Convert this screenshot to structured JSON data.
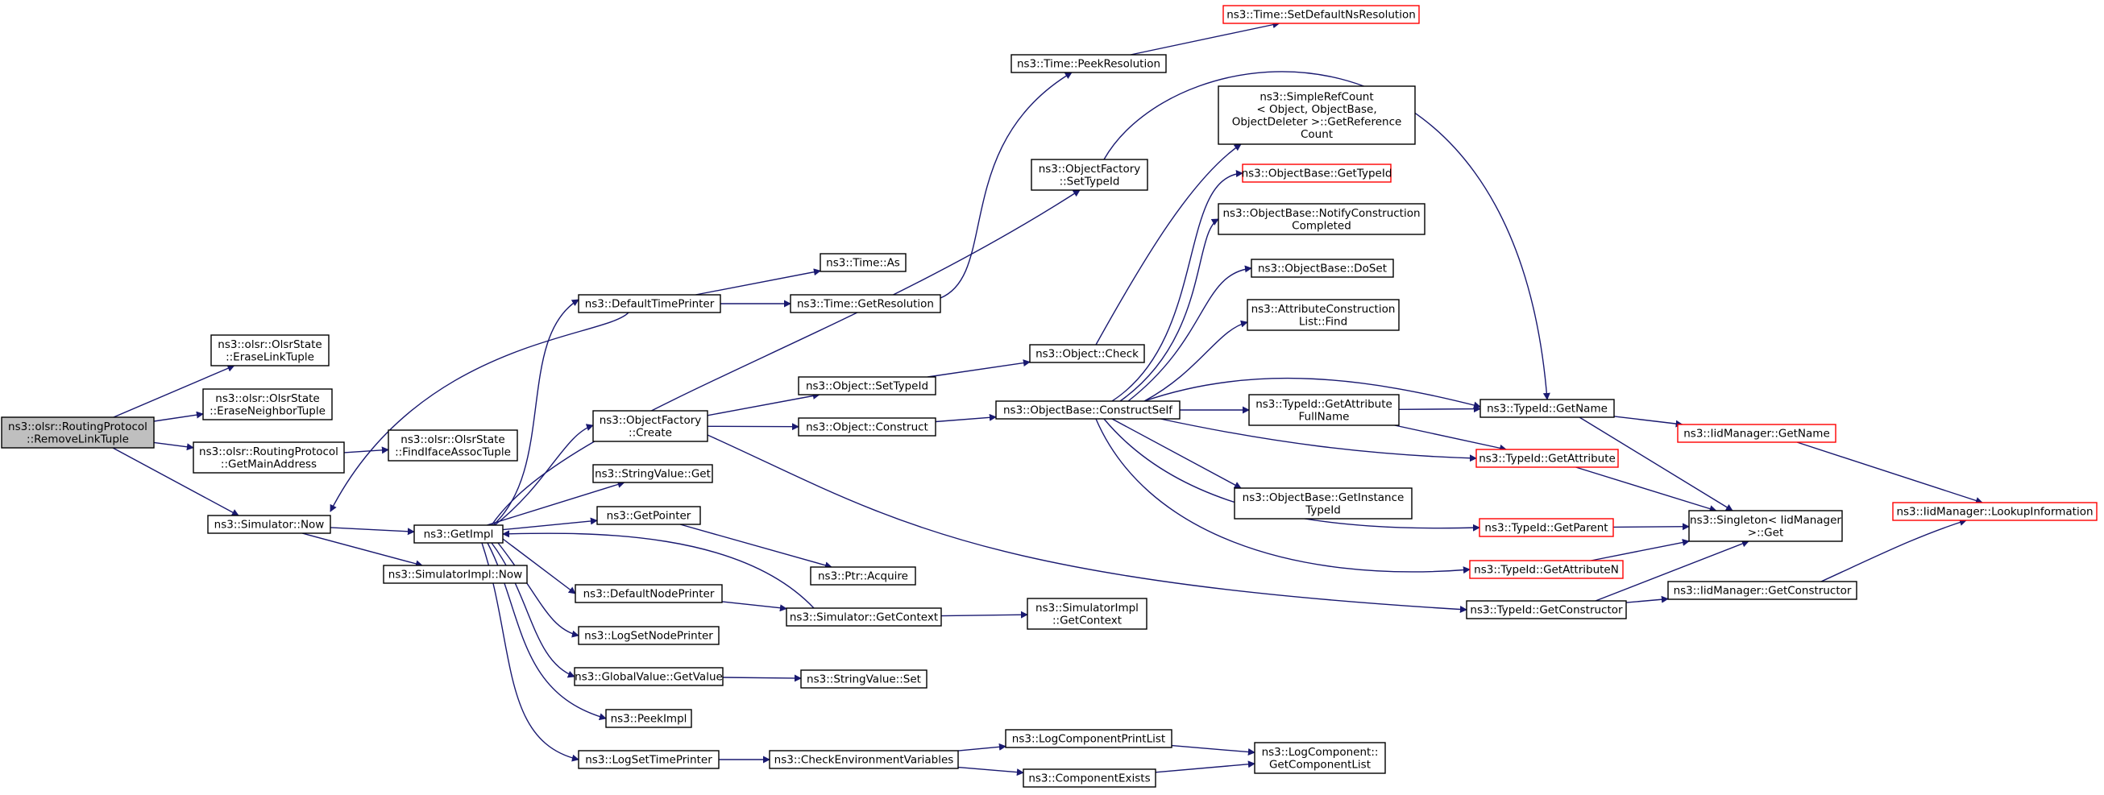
{
  "graph": {
    "nodes": {
      "root": {
        "lines": [
          "ns3::olsr::RoutingProtocol",
          "::RemoveLinkTuple"
        ],
        "root": true
      },
      "eraseLink": {
        "lines": [
          "ns3::olsr::OlsrState",
          "::EraseLinkTuple"
        ]
      },
      "eraseNeighbor": {
        "lines": [
          "ns3::olsr::OlsrState",
          "::EraseNeighborTuple"
        ]
      },
      "getMainAddress": {
        "lines": [
          "ns3::olsr::RoutingProtocol",
          "::GetMainAddress"
        ]
      },
      "findIface": {
        "lines": [
          "ns3::olsr::OlsrState",
          "::FindIfaceAssocTuple"
        ]
      },
      "simNow": {
        "lines": [
          "ns3::Simulator::Now"
        ]
      },
      "getImpl": {
        "lines": [
          "ns3::GetImpl"
        ]
      },
      "simImplNow": {
        "lines": [
          "ns3::SimulatorImpl::Now"
        ]
      },
      "defaultTimePrinter": {
        "lines": [
          "ns3::DefaultTimePrinter"
        ]
      },
      "objFactoryCreate": {
        "lines": [
          "ns3::ObjectFactory",
          "::Create"
        ]
      },
      "stringValueGet": {
        "lines": [
          "ns3::StringValue::Get"
        ]
      },
      "getPointer": {
        "lines": [
          "ns3::GetPointer"
        ]
      },
      "defaultNodePrinter": {
        "lines": [
          "ns3::DefaultNodePrinter"
        ]
      },
      "logSetNodePrinter": {
        "lines": [
          "ns3::LogSetNodePrinter"
        ]
      },
      "globalValueGetValue": {
        "lines": [
          "ns3::GlobalValue::GetValue"
        ]
      },
      "peekImpl": {
        "lines": [
          "ns3::PeekImpl"
        ]
      },
      "logSetTimePrinter": {
        "lines": [
          "ns3::LogSetTimePrinter"
        ]
      },
      "timeAs": {
        "lines": [
          "ns3::Time::As"
        ]
      },
      "timeGetResolution": {
        "lines": [
          "ns3::Time::GetResolution"
        ]
      },
      "timePeekResolution": {
        "lines": [
          "ns3::Time::PeekResolution"
        ]
      },
      "timeSetDefaultNs": {
        "lines": [
          "ns3::Time::SetDefaultNsResolution"
        ],
        "red": true
      },
      "objSetTypeId": {
        "lines": [
          "ns3::Object::SetTypeId"
        ]
      },
      "objConstruct": {
        "lines": [
          "ns3::Object::Construct"
        ]
      },
      "objCheck": {
        "lines": [
          "ns3::Object::Check"
        ]
      },
      "objFactorySetTypeId": {
        "lines": [
          "ns3::ObjectFactory",
          "::SetTypeId"
        ]
      },
      "ptrAcquire": {
        "lines": [
          "ns3::Ptr::Acquire"
        ]
      },
      "simGetContext": {
        "lines": [
          "ns3::Simulator::GetContext"
        ]
      },
      "simImplGetContext": {
        "lines": [
          "ns3::SimulatorImpl",
          "::GetContext"
        ]
      },
      "stringValueSet": {
        "lines": [
          "ns3::StringValue::Set"
        ]
      },
      "checkEnvVars": {
        "lines": [
          "ns3::CheckEnvironmentVariables"
        ]
      },
      "logCompPrintList": {
        "lines": [
          "ns3::LogComponentPrintList"
        ]
      },
      "componentExists": {
        "lines": [
          "ns3::ComponentExists"
        ]
      },
      "logCompGetList": {
        "lines": [
          "ns3::LogComponent::",
          "GetComponentList"
        ]
      },
      "constructSelf": {
        "lines": [
          "ns3::ObjectBase::ConstructSelf"
        ]
      },
      "simpleRefCount": {
        "lines": [
          "ns3::SimpleRefCount",
          "< Object, ObjectBase,",
          " ObjectDeleter >::GetReference",
          "Count"
        ]
      },
      "objBaseGetTypeId": {
        "lines": [
          "ns3::ObjectBase::GetTypeId"
        ],
        "red": true
      },
      "notifyConstruction": {
        "lines": [
          "ns3::ObjectBase::NotifyConstruction",
          "Completed"
        ]
      },
      "doSet": {
        "lines": [
          "ns3::ObjectBase::DoSet"
        ]
      },
      "attrConstructionFind": {
        "lines": [
          "ns3::AttributeConstruction",
          "List::Find"
        ]
      },
      "getAttributeFullName": {
        "lines": [
          "ns3::TypeId::GetAttribute",
          "FullName"
        ]
      },
      "getInstanceTypeId": {
        "lines": [
          "ns3::ObjectBase::GetInstance",
          "TypeId"
        ]
      },
      "typeIdGetName": {
        "lines": [
          "ns3::TypeId::GetName"
        ]
      },
      "typeIdGetAttribute": {
        "lines": [
          "ns3::TypeId::GetAttribute"
        ],
        "red": true
      },
      "typeIdGetParent": {
        "lines": [
          "ns3::TypeId::GetParent"
        ],
        "red": true
      },
      "typeIdGetAttributeN": {
        "lines": [
          "ns3::TypeId::GetAttributeN"
        ],
        "red": true
      },
      "typeIdGetConstructor": {
        "lines": [
          "ns3::TypeId::GetConstructor"
        ]
      },
      "iidGetName": {
        "lines": [
          "ns3::IidManager::GetName"
        ],
        "red": true
      },
      "singletonGet": {
        "lines": [
          "ns3::Singleton< IidManager",
          " >::Get"
        ]
      },
      "iidGetConstructor": {
        "lines": [
          "ns3::IidManager::GetConstructor"
        ]
      },
      "iidLookup": {
        "lines": [
          "ns3::IidManager::LookupInformation"
        ],
        "red": true
      }
    },
    "edges": [
      [
        "root",
        "eraseLink"
      ],
      [
        "root",
        "eraseNeighbor"
      ],
      [
        "root",
        "getMainAddress"
      ],
      [
        "root",
        "simNow"
      ],
      [
        "getMainAddress",
        "findIface"
      ],
      [
        "simNow",
        "getImpl"
      ],
      [
        "simNow",
        "simImplNow"
      ],
      [
        "getImpl",
        "defaultTimePrinter"
      ],
      [
        "getImpl",
        "objFactoryCreate"
      ],
      [
        "getImpl",
        "stringValueGet"
      ],
      [
        "getImpl",
        "getPointer"
      ],
      [
        "getImpl",
        "defaultNodePrinter"
      ],
      [
        "getImpl",
        "logSetNodePrinter"
      ],
      [
        "getImpl",
        "globalValueGetValue"
      ],
      [
        "getImpl",
        "peekImpl"
      ],
      [
        "getImpl",
        "logSetTimePrinter"
      ],
      [
        "getImpl",
        "objFactorySetTypeId"
      ],
      [
        "defaultTimePrinter",
        "timeAs"
      ],
      [
        "defaultTimePrinter",
        "timeGetResolution"
      ],
      [
        "defaultTimePrinter",
        "simNow"
      ],
      [
        "timeGetResolution",
        "timePeekResolution"
      ],
      [
        "timePeekResolution",
        "timeSetDefaultNs"
      ],
      [
        "objFactoryCreate",
        "objSetTypeId"
      ],
      [
        "objFactoryCreate",
        "objConstruct"
      ],
      [
        "objFactoryCreate",
        "typeIdGetConstructor"
      ],
      [
        "objSetTypeId",
        "objCheck"
      ],
      [
        "objConstruct",
        "constructSelf"
      ],
      [
        "objCheck",
        "simpleRefCount"
      ],
      [
        "objFactorySetTypeId",
        "typeIdGetName"
      ],
      [
        "getPointer",
        "ptrAcquire"
      ],
      [
        "defaultNodePrinter",
        "simGetContext"
      ],
      [
        "simGetContext",
        "getImpl"
      ],
      [
        "simGetContext",
        "simImplGetContext"
      ],
      [
        "globalValueGetValue",
        "stringValueSet"
      ],
      [
        "logSetTimePrinter",
        "checkEnvVars"
      ],
      [
        "checkEnvVars",
        "logCompPrintList"
      ],
      [
        "checkEnvVars",
        "componentExists"
      ],
      [
        "logCompPrintList",
        "logCompGetList"
      ],
      [
        "componentExists",
        "logCompGetList"
      ],
      [
        "constructSelf",
        "objBaseGetTypeId"
      ],
      [
        "constructSelf",
        "notifyConstruction"
      ],
      [
        "constructSelf",
        "doSet"
      ],
      [
        "constructSelf",
        "attrConstructionFind"
      ],
      [
        "constructSelf",
        "getAttributeFullName"
      ],
      [
        "constructSelf",
        "getInstanceTypeId"
      ],
      [
        "constructSelf",
        "typeIdGetName"
      ],
      [
        "constructSelf",
        "typeIdGetAttribute"
      ],
      [
        "constructSelf",
        "typeIdGetParent"
      ],
      [
        "constructSelf",
        "typeIdGetAttributeN"
      ],
      [
        "getAttributeFullName",
        "typeIdGetName"
      ],
      [
        "getAttributeFullName",
        "typeIdGetAttribute"
      ],
      [
        "typeIdGetName",
        "iidGetName"
      ],
      [
        "typeIdGetName",
        "singletonGet"
      ],
      [
        "typeIdGetAttribute",
        "singletonGet"
      ],
      [
        "typeIdGetParent",
        "singletonGet"
      ],
      [
        "typeIdGetAttributeN",
        "singletonGet"
      ],
      [
        "typeIdGetConstructor",
        "singletonGet"
      ],
      [
        "typeIdGetConstructor",
        "iidGetConstructor"
      ],
      [
        "iidGetName",
        "iidLookup"
      ],
      [
        "iidGetConstructor",
        "iidLookup"
      ]
    ]
  }
}
